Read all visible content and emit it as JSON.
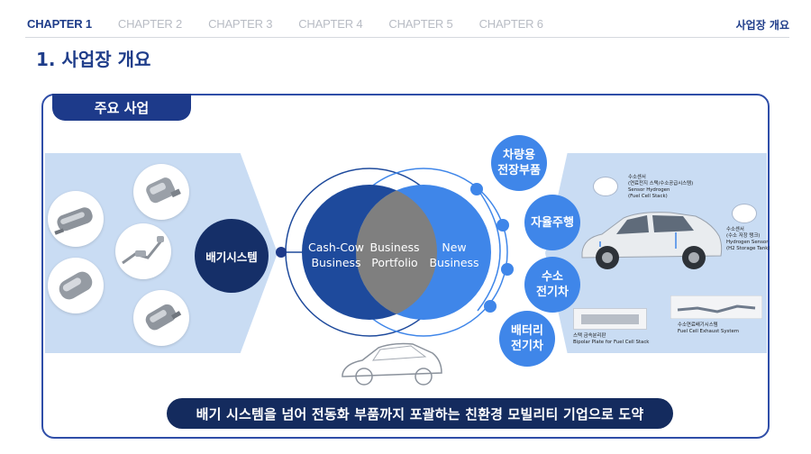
{
  "nav": {
    "chapters": [
      "CHAPTER 1",
      "CHAPTER 2",
      "CHAPTER 3",
      "CHAPTER 4",
      "CHAPTER 5",
      "CHAPTER 6"
    ],
    "active_index": 0,
    "breadcrumb": "사업장 개요"
  },
  "page": {
    "title": "1. 사업장 개요"
  },
  "panel": {
    "tab_label": "주요 사업"
  },
  "diagram": {
    "left_node": "배기시스템",
    "cash_cow": [
      "Cash-Cow",
      "Business"
    ],
    "overlap": [
      "Business",
      "Portfolio"
    ],
    "new_business": [
      "New",
      "Business"
    ],
    "spokes": [
      {
        "lines": [
          "차량용",
          "전장부품"
        ]
      },
      {
        "lines": [
          "자율주행"
        ]
      },
      {
        "lines": [
          "수소",
          "전기차"
        ]
      },
      {
        "lines": [
          "배터리",
          "전기차"
        ]
      }
    ]
  },
  "callouts": {
    "sensor_top": [
      "수소센서",
      "(연료전지 스택/수소공급시스템)",
      "Sensor Hydrogen",
      "(Fuel Cell Stack)"
    ],
    "sensor_right": [
      "수소센서",
      "(수소 저장 탱크)",
      "Hydrogen Sensor",
      "(H2 Storage Tank)"
    ],
    "bipolar": [
      "스택 금속분리판",
      "Bipolar Plate for Fuel Cell Stack"
    ],
    "exhaust": [
      "수소연료배기시스템",
      "Fuel Cell Exhaust System"
    ]
  },
  "banner": {
    "text": "배기 시스템을 넘어 전동화 부품까지 포괄하는 친환경 모빌리티 기업으로 도약"
  },
  "colors": {
    "brand_navy": "#1f3d8a",
    "dark_navy": "#142b5e",
    "cash_cow_blue": "#1e4a9c",
    "new_business_blue": "#3f86e9",
    "overlap_gray": "#7f7f7f",
    "band_light_blue": "#c9dcf3"
  },
  "icons": [
    "catalytic-converter-image",
    "muffler-image",
    "exhaust-pipe-image",
    "suv-car-image",
    "sensor-image",
    "bipolar-plate-image",
    "outline-car-image"
  ]
}
